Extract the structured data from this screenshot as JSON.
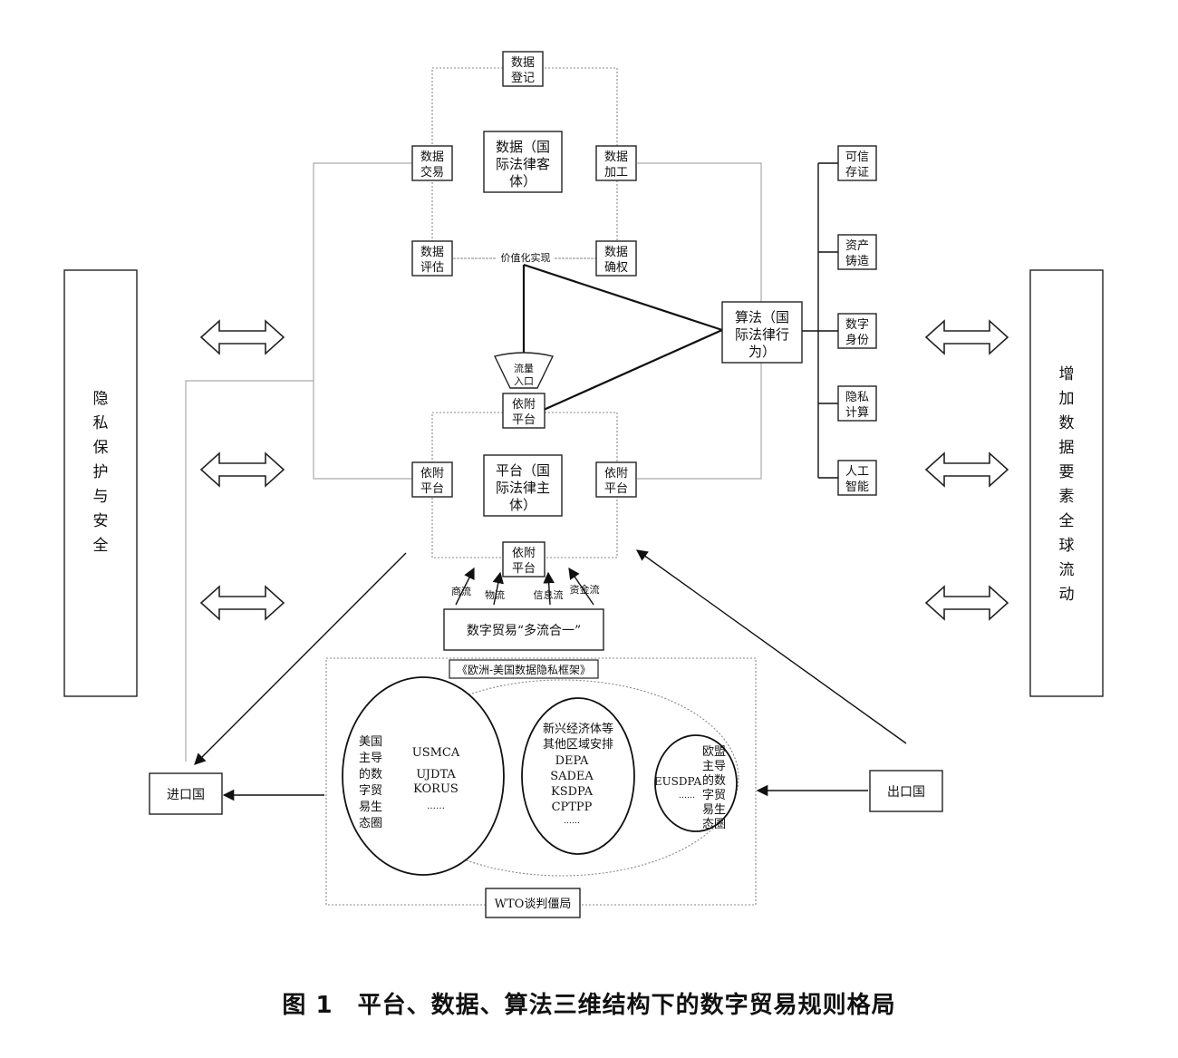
{
  "data_ring": {
    "registration": [
      "数据",
      "登记"
    ],
    "trading": [
      "数据",
      "交易"
    ],
    "processing": [
      "数据",
      "加工"
    ],
    "evaluation": [
      "数据",
      "评估"
    ],
    "rights": [
      "数据",
      "确权"
    ],
    "center": [
      "数据（国",
      "际法律客",
      "体）"
    ],
    "value_label": "价值化实现"
  },
  "traffic_entry": [
    "流量",
    "入口"
  ],
  "algorithm": {
    "center": [
      "算法（国",
      "际法律行",
      "为）"
    ],
    "branches": [
      [
        "可信",
        "存证"
      ],
      [
        "资产",
        "铸造"
      ],
      [
        "数字",
        "身份"
      ],
      [
        "隐私",
        "计算"
      ],
      [
        "人工",
        "智能"
      ]
    ]
  },
  "platform_ring": {
    "top": [
      "依附",
      "平台"
    ],
    "left": [
      "依附",
      "平台"
    ],
    "right": [
      "依附",
      "平台"
    ],
    "bottom": [
      "依附",
      "平台"
    ],
    "center": [
      "平台（国",
      "际法律主",
      "体）"
    ]
  },
  "flows": [
    "商流",
    "物流",
    "信息流",
    "资金流"
  ],
  "multi_flow": "数字贸易“多流合一”",
  "left_panel": [
    "隐",
    "私",
    "保",
    "护",
    "与",
    "安",
    "全"
  ],
  "right_panel": [
    "增",
    "加",
    "数",
    "据",
    "要",
    "素",
    "全",
    "球",
    "流",
    "动"
  ],
  "framework_label": "《欧洲-美国数据隐私框架》",
  "us_ecosystem": {
    "label": [
      "美国",
      "主导",
      "的数",
      "字贸",
      "易生",
      "态圈"
    ],
    "agreements": [
      "USMCA",
      "UJDTA",
      "KORUS",
      "……"
    ]
  },
  "emerging": {
    "title": [
      "新兴经济体等",
      "其他区域安排"
    ],
    "agreements": [
      "DEPA",
      "SADEA",
      "KSDPA",
      "CPTPP",
      "……"
    ]
  },
  "eu_ecosystem": {
    "agreement": "EUSDPA",
    "ellipsis": "……",
    "label": [
      "欧盟",
      "主导",
      "的数",
      "字贸",
      "易生",
      "态圈"
    ]
  },
  "importer": "进口国",
  "exporter": "出口国",
  "wto_label": "WTO谈判僵局",
  "caption": "图 1　平台、数据、算法三维结构下的数字贸易规则格局"
}
